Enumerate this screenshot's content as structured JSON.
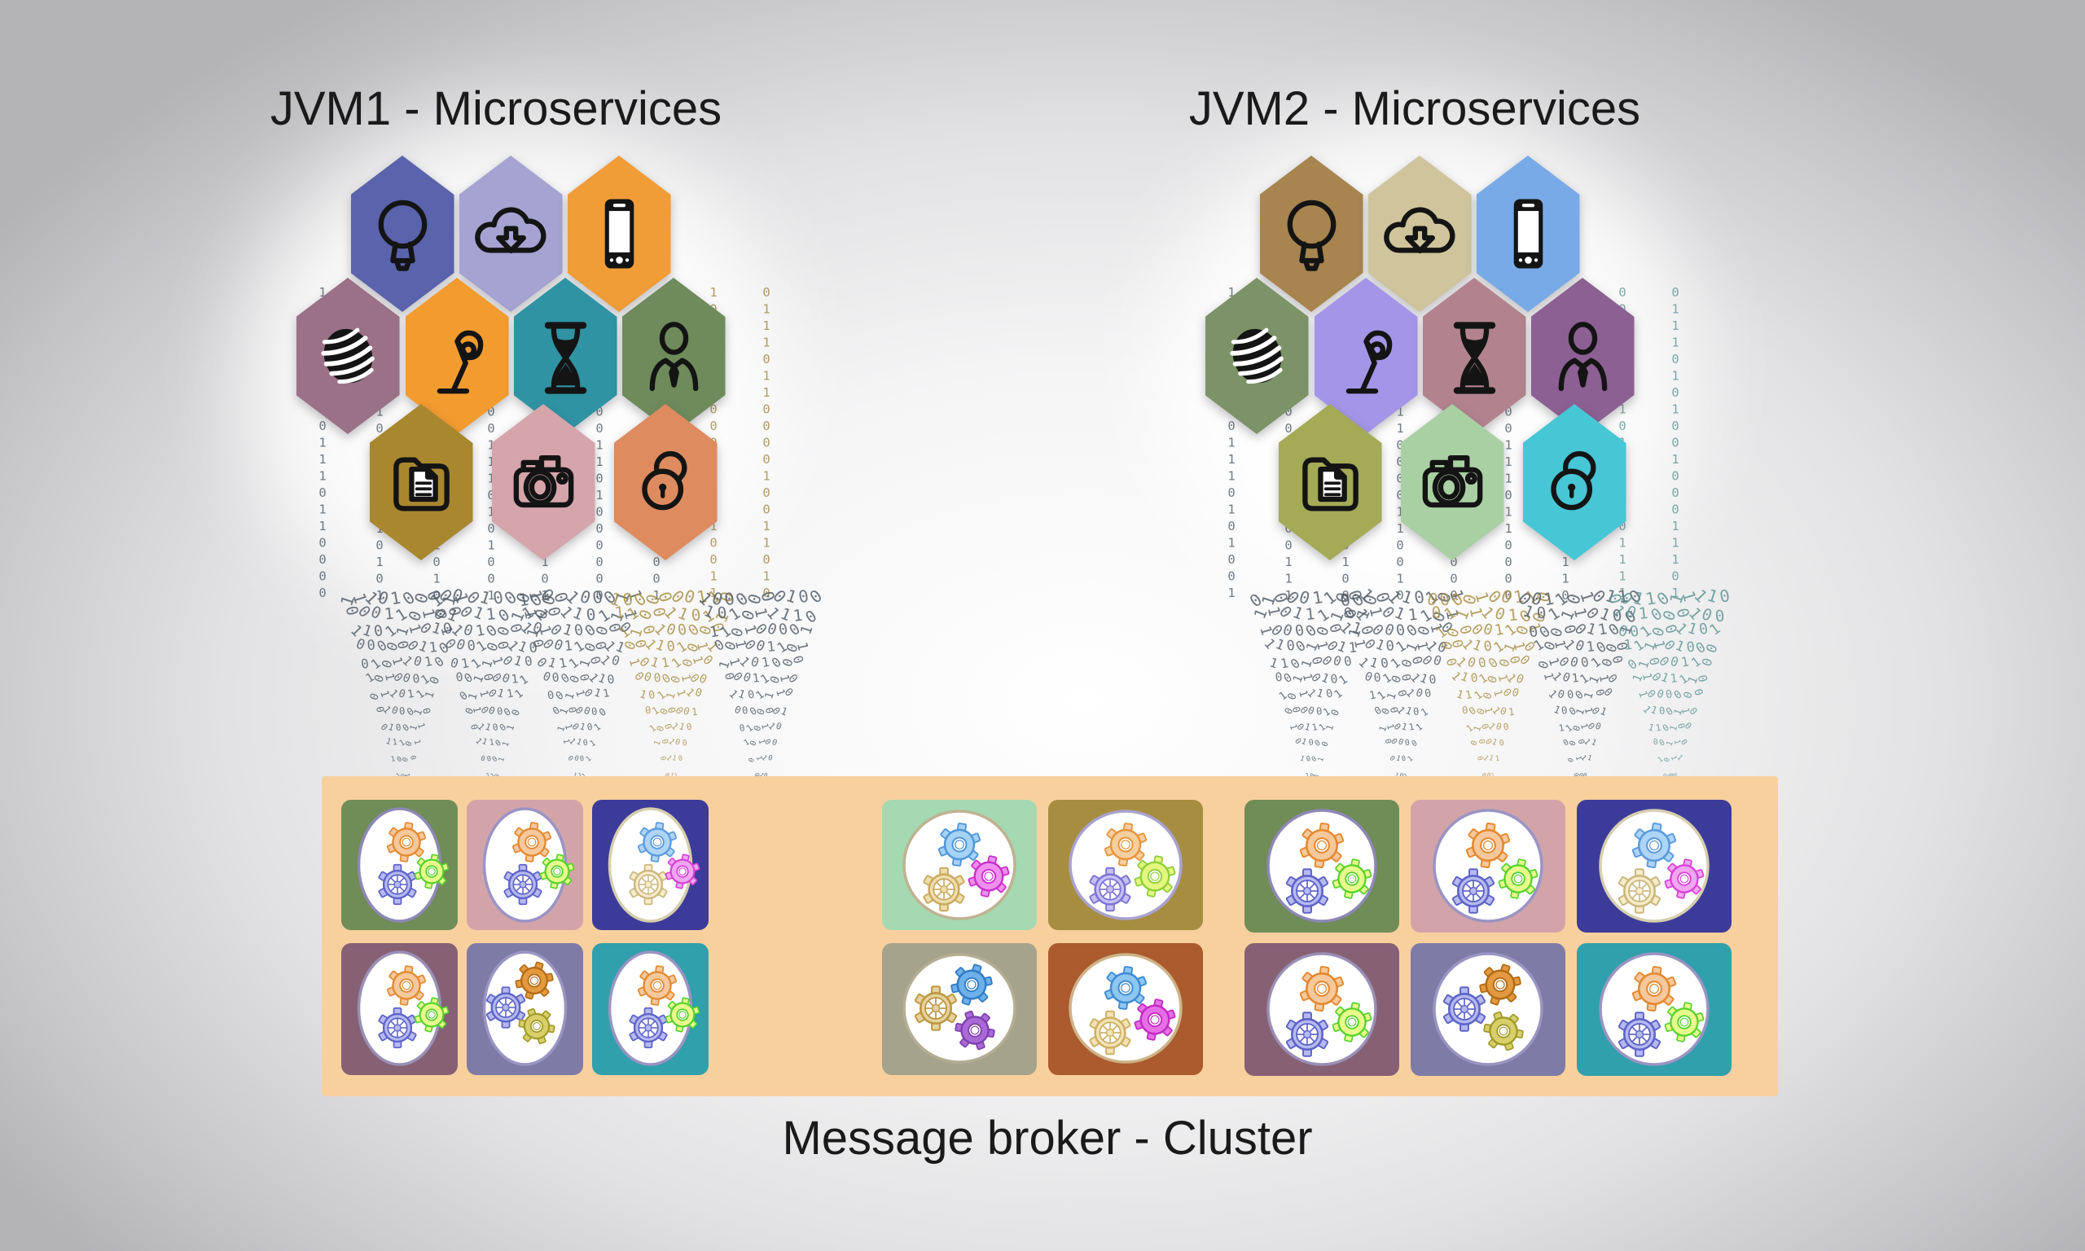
{
  "titles": {
    "jvm1": "JVM1 - Microservices",
    "jvm2": "JVM2 - Microservices"
  },
  "clusters": [
    {
      "id": "jvm1",
      "title": "JVM1 - Microservices",
      "hex_rows": [
        [
          {
            "icon": "lightbulb",
            "color": "#5a63ac"
          },
          {
            "icon": "cloud-download",
            "color": "#a6a2d2"
          },
          {
            "icon": "smartphone",
            "color": "#f09d38"
          }
        ],
        [
          {
            "icon": "globe",
            "color": "#9b7187"
          },
          {
            "icon": "desk-lamp",
            "color": "#f29b2f"
          },
          {
            "icon": "hourglass",
            "color": "#2f93a3"
          },
          {
            "icon": "businessman",
            "color": "#6f8b5c"
          }
        ],
        [
          {
            "icon": "document-folder",
            "color": "#a9872f"
          },
          {
            "icon": "camera",
            "color": "#d5a5ab"
          },
          {
            "icon": "padlock",
            "color": "#de8b5f"
          }
        ]
      ],
      "funnel_colors": [
        "#4e5a66",
        "#4e5a66",
        "#4e5a66",
        "#a88d42",
        "#4e5a66"
      ],
      "column_colors": [
        "#4e5a66",
        "#4e5a66",
        "#4e5a66",
        "#4e5a66",
        "#4e5a66",
        "#4e5a66",
        "#4e5a66",
        "#a08540",
        "#a08540"
      ]
    },
    {
      "id": "jvm2",
      "title": "JVM2 - Microservices",
      "hex_rows": [
        [
          {
            "icon": "lightbulb",
            "color": "#a8854e"
          },
          {
            "icon": "cloud-download",
            "color": "#cfc49b"
          },
          {
            "icon": "smartphone",
            "color": "#79aae8"
          }
        ],
        [
          {
            "icon": "globe",
            "color": "#7b9367"
          },
          {
            "icon": "desk-lamp",
            "color": "#a495e9"
          },
          {
            "icon": "hourglass",
            "color": "#b2838f"
          },
          {
            "icon": "businessman",
            "color": "#8d6093"
          }
        ],
        [
          {
            "icon": "document-folder",
            "color": "#a4aa56"
          },
          {
            "icon": "camera",
            "color": "#a9d0a3"
          },
          {
            "icon": "padlock",
            "color": "#47c6d6"
          }
        ]
      ],
      "funnel_colors": [
        "#4e5a66",
        "#4e5a66",
        "#a88d42",
        "#4e5a66",
        "#5f9494"
      ],
      "column_colors": [
        "#4e5a66",
        "#4e5a66",
        "#4e5a66",
        "#4e5a66",
        "#4e5a66",
        "#4e5a66",
        "#4e5a66",
        "#5f9494",
        "#5f9494"
      ]
    }
  ],
  "broker": {
    "label": "Message broker - Cluster",
    "bg": "#f8d09e",
    "groups": [
      {
        "tiles": [
          {
            "bg": "#708c57",
            "ring": "#8e88b5",
            "layout": "trio",
            "gears": [
              {
                "shape": "gear",
                "fill": "#f6c89c",
                "stroke": "#e4892f"
              },
              {
                "shape": "wheel",
                "fill": "#b7baf0",
                "stroke": "#5d63c8"
              },
              {
                "shape": "gear",
                "fill": "#e6fb8c",
                "stroke": "#56d22b"
              }
            ]
          },
          {
            "bg": "#d2a4a9",
            "ring": "#9a94c5",
            "layout": "trio",
            "gears": [
              {
                "shape": "gear",
                "fill": "#f6c89c",
                "stroke": "#e4892f"
              },
              {
                "shape": "wheel",
                "fill": "#b7baf0",
                "stroke": "#5d63c8"
              },
              {
                "shape": "gear",
                "fill": "#e6fb8c",
                "stroke": "#56d22b"
              }
            ]
          },
          {
            "bg": "#3d3b9a",
            "ring": "#d6cfae",
            "layout": "trio",
            "gears": [
              {
                "shape": "gear",
                "fill": "#aed4f7",
                "stroke": "#5a9ade"
              },
              {
                "shape": "wheel",
                "fill": "#f7ecca",
                "stroke": "#cbb77e"
              },
              {
                "shape": "gear",
                "fill": "#f0a7f0",
                "stroke": "#d93fd9"
              }
            ]
          },
          {
            "bg": "#866174",
            "ring": "#9a8fb5",
            "layout": "trio",
            "gears": [
              {
                "shape": "gear",
                "fill": "#f6c89c",
                "stroke": "#e4892f"
              },
              {
                "shape": "wheel",
                "fill": "#b7baf0",
                "stroke": "#5d63c8"
              },
              {
                "shape": "gear",
                "fill": "#e6fb8c",
                "stroke": "#56d22b"
              }
            ]
          },
          {
            "bg": "#7e7ba7",
            "ring": "#9a94c2",
            "layout": "diag",
            "gears": [
              {
                "shape": "wheel",
                "fill": "#b4b8ee",
                "stroke": "#5c64c6"
              },
              {
                "shape": "gear",
                "fill": "#e2993f",
                "stroke": "#b26a14"
              },
              {
                "shape": "gear",
                "fill": "#d9cf6a",
                "stroke": "#a09a28"
              }
            ]
          },
          {
            "bg": "#2fa0ac",
            "ring": "#9a94c2",
            "layout": "trio",
            "gears": [
              {
                "shape": "gear",
                "fill": "#f6c89c",
                "stroke": "#e4892f"
              },
              {
                "shape": "wheel",
                "fill": "#b7baf0",
                "stroke": "#5d63c8"
              },
              {
                "shape": "gear",
                "fill": "#e6fb8c",
                "stroke": "#56d22b"
              }
            ]
          }
        ]
      },
      {
        "tiles": [
          {
            "bg": "#a5d9b1",
            "ring": "#bfb292",
            "layout": "trio",
            "gears": [
              {
                "shape": "gear",
                "fill": "#a5d2f5",
                "stroke": "#4f96d8"
              },
              {
                "shape": "wheel",
                "fill": "#efddad",
                "stroke": "#c9a95c"
              },
              {
                "shape": "gear",
                "fill": "#ee8fee",
                "stroke": "#cb2fcb"
              }
            ]
          },
          {
            "bg": "#a78d40",
            "ring": "#a9a2ce",
            "layout": "trio",
            "gears": [
              {
                "shape": "gear",
                "fill": "#f6cf9e",
                "stroke": "#e8943a"
              },
              {
                "shape": "wheel",
                "fill": "#c5c0f2",
                "stroke": "#7b74d6"
              },
              {
                "shape": "gear",
                "fill": "#e3f77f",
                "stroke": "#8fcf3a"
              }
            ]
          },
          {
            "bg": "#a6a38d",
            "ring": "#b5ad93",
            "layout": "diag",
            "gears": [
              {
                "shape": "wheel",
                "fill": "#e6d2a0",
                "stroke": "#bd9740"
              },
              {
                "shape": "gear",
                "fill": "#6db0ea",
                "stroke": "#2f7bc4"
              },
              {
                "shape": "gear",
                "fill": "#a969d6",
                "stroke": "#7d3fae"
              }
            ]
          },
          {
            "bg": "#ab5b2e",
            "ring": "#cdb387",
            "layout": "trio",
            "gears": [
              {
                "shape": "gear",
                "fill": "#8ec7f2",
                "stroke": "#3f8ad2"
              },
              {
                "shape": "wheel",
                "fill": "#f2e3b5",
                "stroke": "#cfae63"
              },
              {
                "shape": "gear",
                "fill": "#e66fe6",
                "stroke": "#c428c4"
              }
            ]
          }
        ]
      },
      {
        "tiles": [
          {
            "bg": "#708c57",
            "ring": "#8e88b5",
            "layout": "trio",
            "gears": [
              {
                "shape": "gear",
                "fill": "#f6c89c",
                "stroke": "#e4892f"
              },
              {
                "shape": "wheel",
                "fill": "#b7baf0",
                "stroke": "#5d63c8"
              },
              {
                "shape": "gear",
                "fill": "#e6fb8c",
                "stroke": "#56d22b"
              }
            ]
          },
          {
            "bg": "#d2a4a9",
            "ring": "#9a94c5",
            "layout": "trio",
            "gears": [
              {
                "shape": "gear",
                "fill": "#f6c89c",
                "stroke": "#e4892f"
              },
              {
                "shape": "wheel",
                "fill": "#b7baf0",
                "stroke": "#5d63c8"
              },
              {
                "shape": "gear",
                "fill": "#e6fb8c",
                "stroke": "#56d22b"
              }
            ]
          },
          {
            "bg": "#3d3b9a",
            "ring": "#d6cfae",
            "layout": "trio",
            "gears": [
              {
                "shape": "gear",
                "fill": "#aed4f7",
                "stroke": "#5a9ade"
              },
              {
                "shape": "wheel",
                "fill": "#f7ecca",
                "stroke": "#cbb77e"
              },
              {
                "shape": "gear",
                "fill": "#f0a7f0",
                "stroke": "#d93fd9"
              }
            ]
          },
          {
            "bg": "#866174",
            "ring": "#9a8fb5",
            "layout": "trio",
            "gears": [
              {
                "shape": "gear",
                "fill": "#f6c89c",
                "stroke": "#e4892f"
              },
              {
                "shape": "wheel",
                "fill": "#b7baf0",
                "stroke": "#5d63c8"
              },
              {
                "shape": "gear",
                "fill": "#e6fb8c",
                "stroke": "#56d22b"
              }
            ]
          },
          {
            "bg": "#7e7ba7",
            "ring": "#9a94c2",
            "layout": "diag",
            "gears": [
              {
                "shape": "wheel",
                "fill": "#b4b8ee",
                "stroke": "#5c64c6"
              },
              {
                "shape": "gear",
                "fill": "#e2993f",
                "stroke": "#b26a14"
              },
              {
                "shape": "gear",
                "fill": "#d9cf6a",
                "stroke": "#a09a28"
              }
            ]
          },
          {
            "bg": "#2fa0ac",
            "ring": "#9a94c2",
            "layout": "trio",
            "gears": [
              {
                "shape": "gear",
                "fill": "#f6c89c",
                "stroke": "#e4892f"
              },
              {
                "shape": "wheel",
                "fill": "#b7baf0",
                "stroke": "#5d63c8"
              },
              {
                "shape": "gear",
                "fill": "#e6fb8c",
                "stroke": "#56d22b"
              }
            ]
          }
        ]
      }
    ]
  },
  "binary": {
    "pattern": "110100100010111001010011010001011100101000110100101110010100011011010010001011100101001101000101"
  }
}
